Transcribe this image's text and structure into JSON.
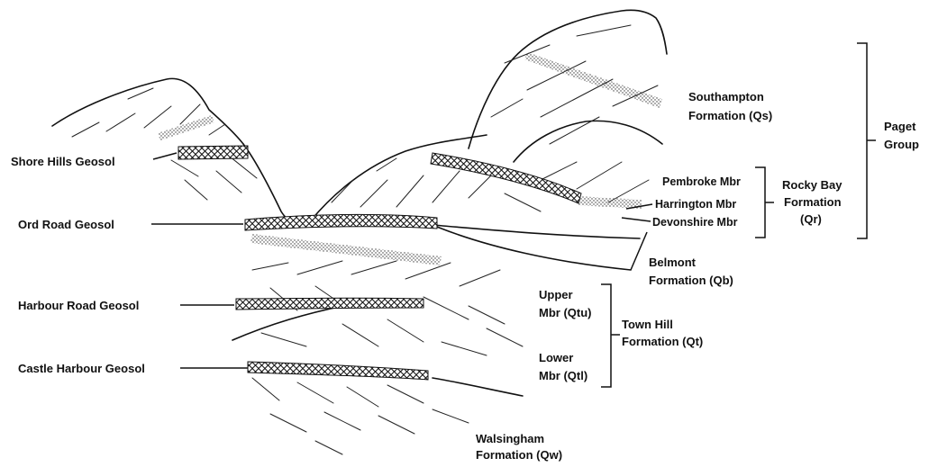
{
  "left_labels": {
    "shore_hills": "Shore Hills Geosol",
    "ord_road": "Ord Road Geosol",
    "harbour_road": "Harbour Road Geosol",
    "castle_harbour": "Castle Harbour Geosol"
  },
  "formations": {
    "southampton": [
      "Southampton",
      "Formation (Qs)"
    ],
    "pembroke": "Pembroke Mbr",
    "harrington": "Harrington Mbr",
    "devonshire": "Devonshire Mbr",
    "rocky_bay": [
      "Rocky Bay",
      "Formation",
      "(Qr)"
    ],
    "paget": [
      "Paget",
      "Group"
    ],
    "belmont": [
      "Belmont",
      "Formation (Qb)"
    ],
    "upper_mbr": [
      "Upper",
      "Mbr (Qtu)"
    ],
    "lower_mbr": [
      "Lower",
      "Mbr (Qtl)"
    ],
    "town_hill": [
      "Town Hill",
      "Formation (Qt)"
    ],
    "walsingham": [
      "Walsingham",
      "Formation (Qw)"
    ]
  }
}
